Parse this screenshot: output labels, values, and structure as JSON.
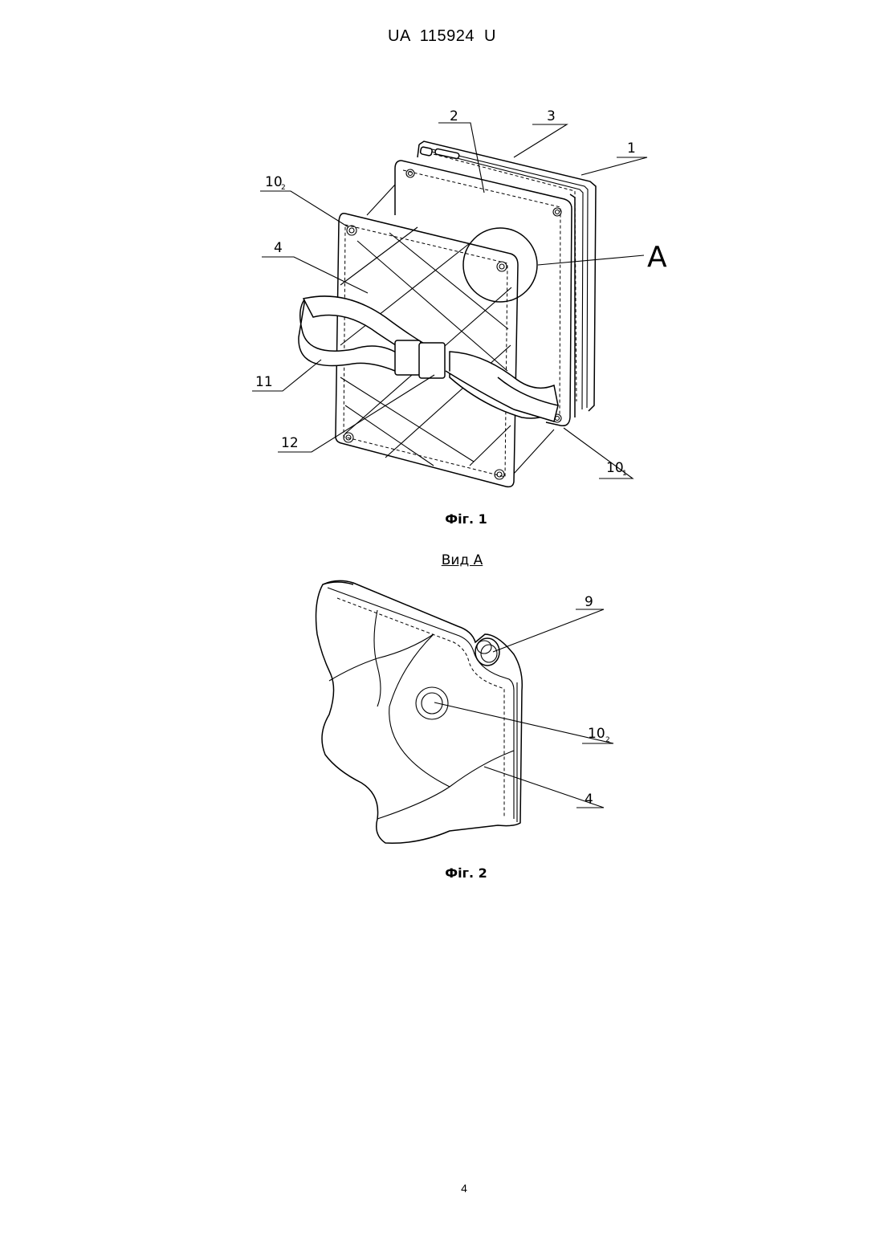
{
  "header": {
    "doc_number": "UA   115924   U"
  },
  "figure1": {
    "caption": "Фіг. 1",
    "labels": {
      "l1": "1",
      "l2": "2",
      "l3": "3",
      "l4": "4",
      "l10_2_main": "10",
      "l10_2_sub": "2",
      "l10_1_main": "10",
      "l10_1_sub": "1",
      "l11": "11",
      "l12": "12",
      "lA": "A"
    }
  },
  "view_a": {
    "title": "Вид А"
  },
  "figure2": {
    "caption": "Фіг. 2",
    "labels": {
      "l9": "9",
      "l10_2_main": "10",
      "l10_2_sub": "2",
      "l4": "4"
    }
  },
  "footer": {
    "page_number": "4"
  }
}
